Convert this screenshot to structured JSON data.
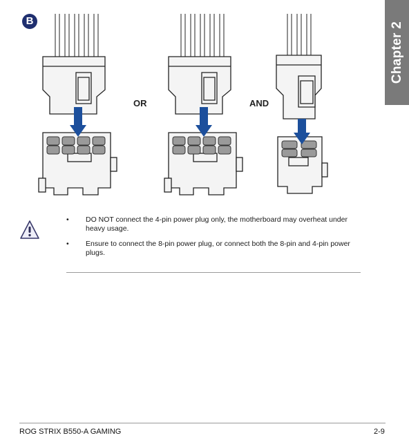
{
  "chapter_tab": {
    "label": "Chapter 2"
  },
  "step_badge": "B",
  "illustration": {
    "or_label": "OR",
    "and_label": "AND",
    "connector_color": "#f2f2f2",
    "pin_color": "#9a9a9a",
    "arrow_color": "#1c4f9c"
  },
  "notice": {
    "icon": "caution-triangle-icon",
    "bullet_symbol": "•",
    "items": [
      "DO NOT connect the 4-pin power plug only, the motherboard may overheat under heavy usage.",
      "Ensure to connect the 8-pin power plug, or connect both the 8-pin and 4-pin power plugs."
    ]
  },
  "footer": {
    "model": "ROG STRIX B550-A GAMING",
    "page": "2-9"
  }
}
